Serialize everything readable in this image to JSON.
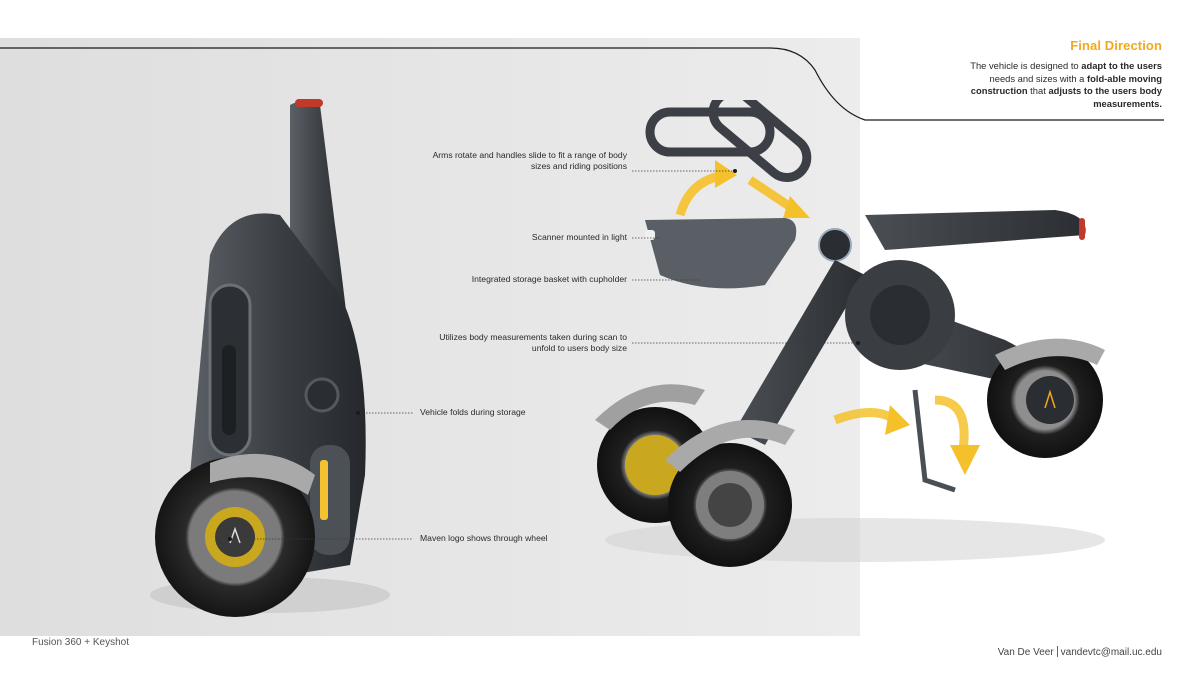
{
  "header": {
    "title": "Final Direction",
    "description": {
      "p1": "The vehicle is designed to ",
      "b1": "adapt to the users",
      "p2": " needs and sizes with a ",
      "b2": "fold-able moving construction",
      "p3": " that ",
      "b3": "adjusts to the users body measurements."
    }
  },
  "callouts": {
    "arms": [
      "Arms rotate and handles slide to fit a range of body",
      "sizes and riding positions"
    ],
    "scanner": "Scanner mounted in light",
    "basket": "Integrated storage basket with cupholder",
    "body": [
      "Utilizes body measurements taken during scan to",
      "unfold to users body size"
    ],
    "folds": "Vehicle folds during storage",
    "logo": "Maven logo shows through wheel"
  },
  "footer": {
    "software": "Fusion 360 + Keyshot",
    "author": "Van De Veer",
    "email": "vandevtc@mail.uc.edu"
  },
  "colors": {
    "accent": "#f2a81d",
    "arrow": "#f5c12a",
    "body": "#3b3f44",
    "background": "#e2e2e2"
  }
}
